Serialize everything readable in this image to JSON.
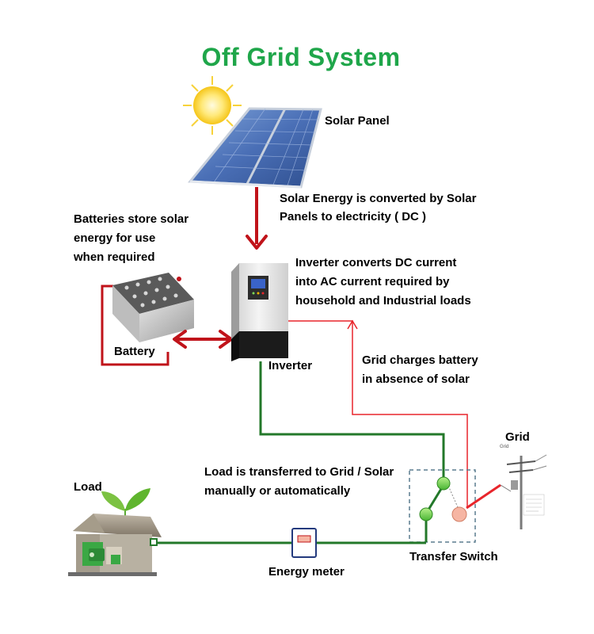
{
  "title": "Off  Grid  System",
  "labels": {
    "solar_panel": "Solar Panel",
    "solar_note_1": "Solar Energy is converted by Solar",
    "solar_note_2": "Panels to electricity ( DC )",
    "battery_note_1": "Batteries store solar",
    "battery_note_2": "energy  for use",
    "battery_note_3": "when required",
    "inverter_note_1": "Inverter converts DC current",
    "inverter_note_2": "into AC current required by",
    "inverter_note_3": "household and Industrial loads",
    "battery": "Battery",
    "inverter": "Inverter",
    "grid_charge_1": "Grid  charges battery",
    "grid_charge_2": "in absence of solar",
    "grid": "Grid",
    "grid_small": "Grid",
    "load": "Load",
    "load_note_1": "Load is transferred to Grid / Solar",
    "load_note_2": "manually or automatically",
    "energy_meter": "Energy meter",
    "transfer_switch": "Transfer Switch"
  },
  "colors": {
    "title": "#1fa64a",
    "dc_line": "#c0131a",
    "grid_line": "#e8252b",
    "ac_line": "#23782a",
    "switch_green": "#7ed957",
    "switch_pink": "#f6b5a3"
  }
}
